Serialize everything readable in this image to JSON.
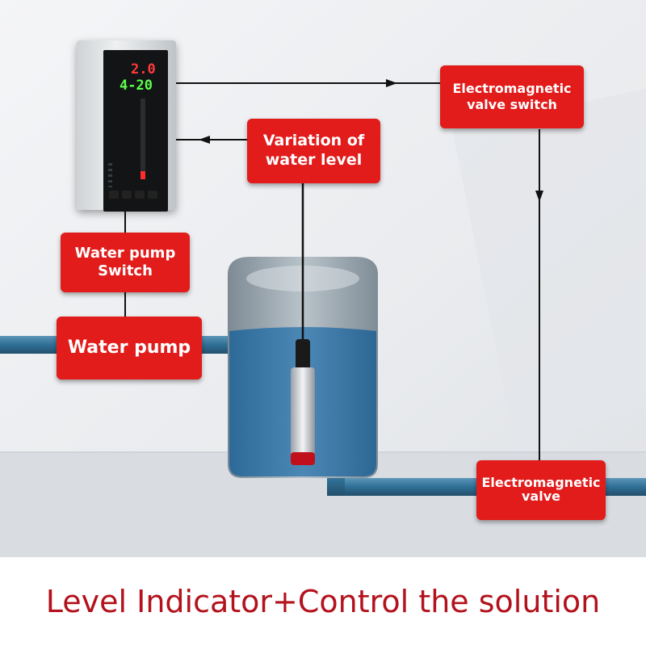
{
  "labels": {
    "electromagnetic_valve_switch": [
      "Electromagnetic",
      "valve switch"
    ],
    "variation_of_water_level": [
      "Variation of",
      "water level"
    ],
    "water_pump_switch": [
      "Water pump",
      "Switch"
    ],
    "water_pump": "Water pump",
    "electromagnetic_valve": [
      "Electromagnetic",
      "valve"
    ]
  },
  "device": {
    "display_top": "2.0",
    "display_bottom": "4-20"
  },
  "caption": "Level Indicator+Control the solution",
  "colors": {
    "label_red": "#e21b1b",
    "caption_red": "#b3121c",
    "pipe_blue": "#2f6f95",
    "water_blue": "#3b78a8"
  }
}
